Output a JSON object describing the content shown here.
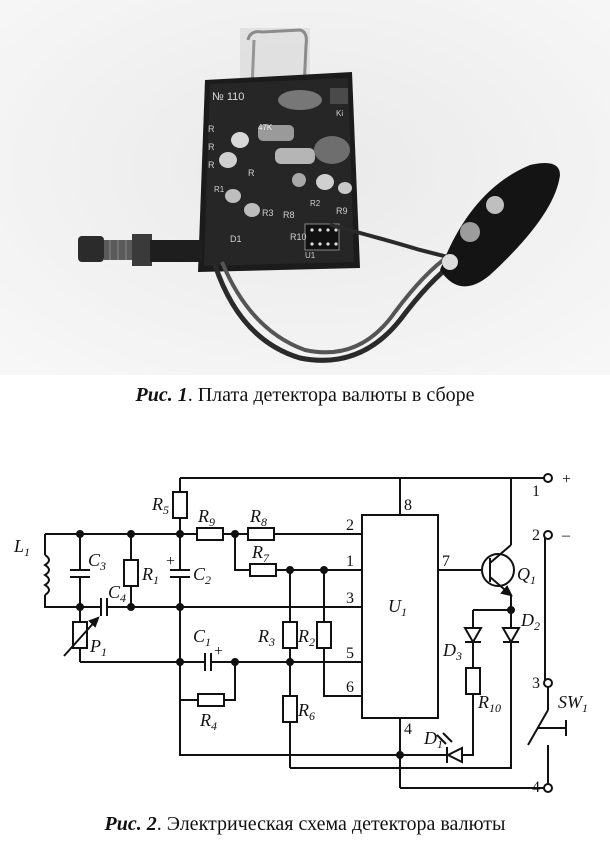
{
  "figure1": {
    "caption_label": "Рис. 1",
    "caption_text": ". Плата детектора валюты в сборе",
    "board_marks": [
      "№ 110",
      "R",
      "R",
      "R",
      "47K",
      "R",
      "R8",
      "R9",
      "R3",
      "R10",
      "D1",
      "U1",
      "Ki",
      "R1",
      "R2"
    ]
  },
  "figure2": {
    "caption_label": "Рис. 2",
    "caption_text": ". Электрическая схема детектора валюты",
    "components": {
      "L1": {
        "l": "L",
        "s": "1"
      },
      "C3": {
        "l": "C",
        "s": "3"
      },
      "C4": {
        "l": "C",
        "s": "4"
      },
      "P1": {
        "l": "P",
        "s": "1"
      },
      "R1": {
        "l": "R",
        "s": "1"
      },
      "C2": {
        "l": "C",
        "s": "2"
      },
      "R5": {
        "l": "R",
        "s": "5"
      },
      "R9": {
        "l": "R",
        "s": "9"
      },
      "R8": {
        "l": "R",
        "s": "8"
      },
      "R7": {
        "l": "R",
        "s": "7"
      },
      "C1": {
        "l": "C",
        "s": "1"
      },
      "R4": {
        "l": "R",
        "s": "4"
      },
      "R3": {
        "l": "R",
        "s": "3"
      },
      "R2": {
        "l": "R",
        "s": "2"
      },
      "R6": {
        "l": "R",
        "s": "6"
      },
      "U1": {
        "l": "U",
        "s": "1"
      },
      "Q1": {
        "l": "Q",
        "s": "1"
      },
      "D2": {
        "l": "D",
        "s": "2"
      },
      "D3": {
        "l": "D",
        "s": "3"
      },
      "R10": {
        "l": "R",
        "s": "10"
      },
      "D1": {
        "l": "D",
        "s": "1"
      },
      "SW1": {
        "l": "SW",
        "s": "1"
      }
    },
    "pins": {
      "p8": "8",
      "p2": "2",
      "p1": "1",
      "p3": "3",
      "p7": "7",
      "p5": "5",
      "p6": "6",
      "p4": "4"
    },
    "terminals": {
      "t1": "1",
      "t2": "2",
      "t3": "3",
      "t4": "4",
      "plus": "+",
      "minus": "–",
      "cap_plus": "+"
    }
  }
}
